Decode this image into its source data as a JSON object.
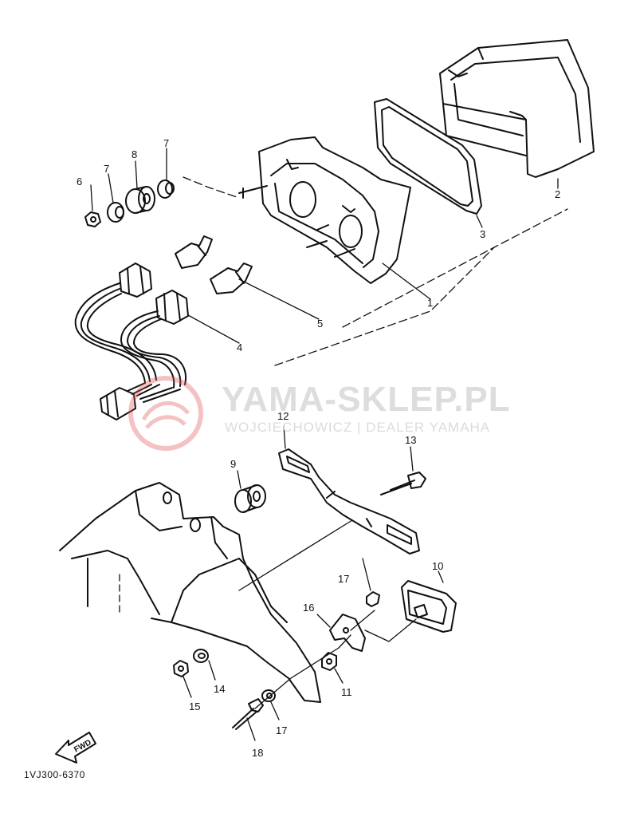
{
  "diagram": {
    "callouts": [
      "1",
      "2",
      "3",
      "4",
      "5",
      "6",
      "7",
      "7",
      "8",
      "9",
      "10",
      "11",
      "12",
      "13",
      "14",
      "15",
      "16",
      "17",
      "17",
      "18"
    ],
    "fwd_label": "FWD",
    "code": "1VJ300-6370"
  },
  "watermark": {
    "title": "YAMA-SKLEP.PL",
    "subtitle": "WOJCIECHOWICZ | DEALER YAMAHA",
    "color": "#e05050"
  }
}
